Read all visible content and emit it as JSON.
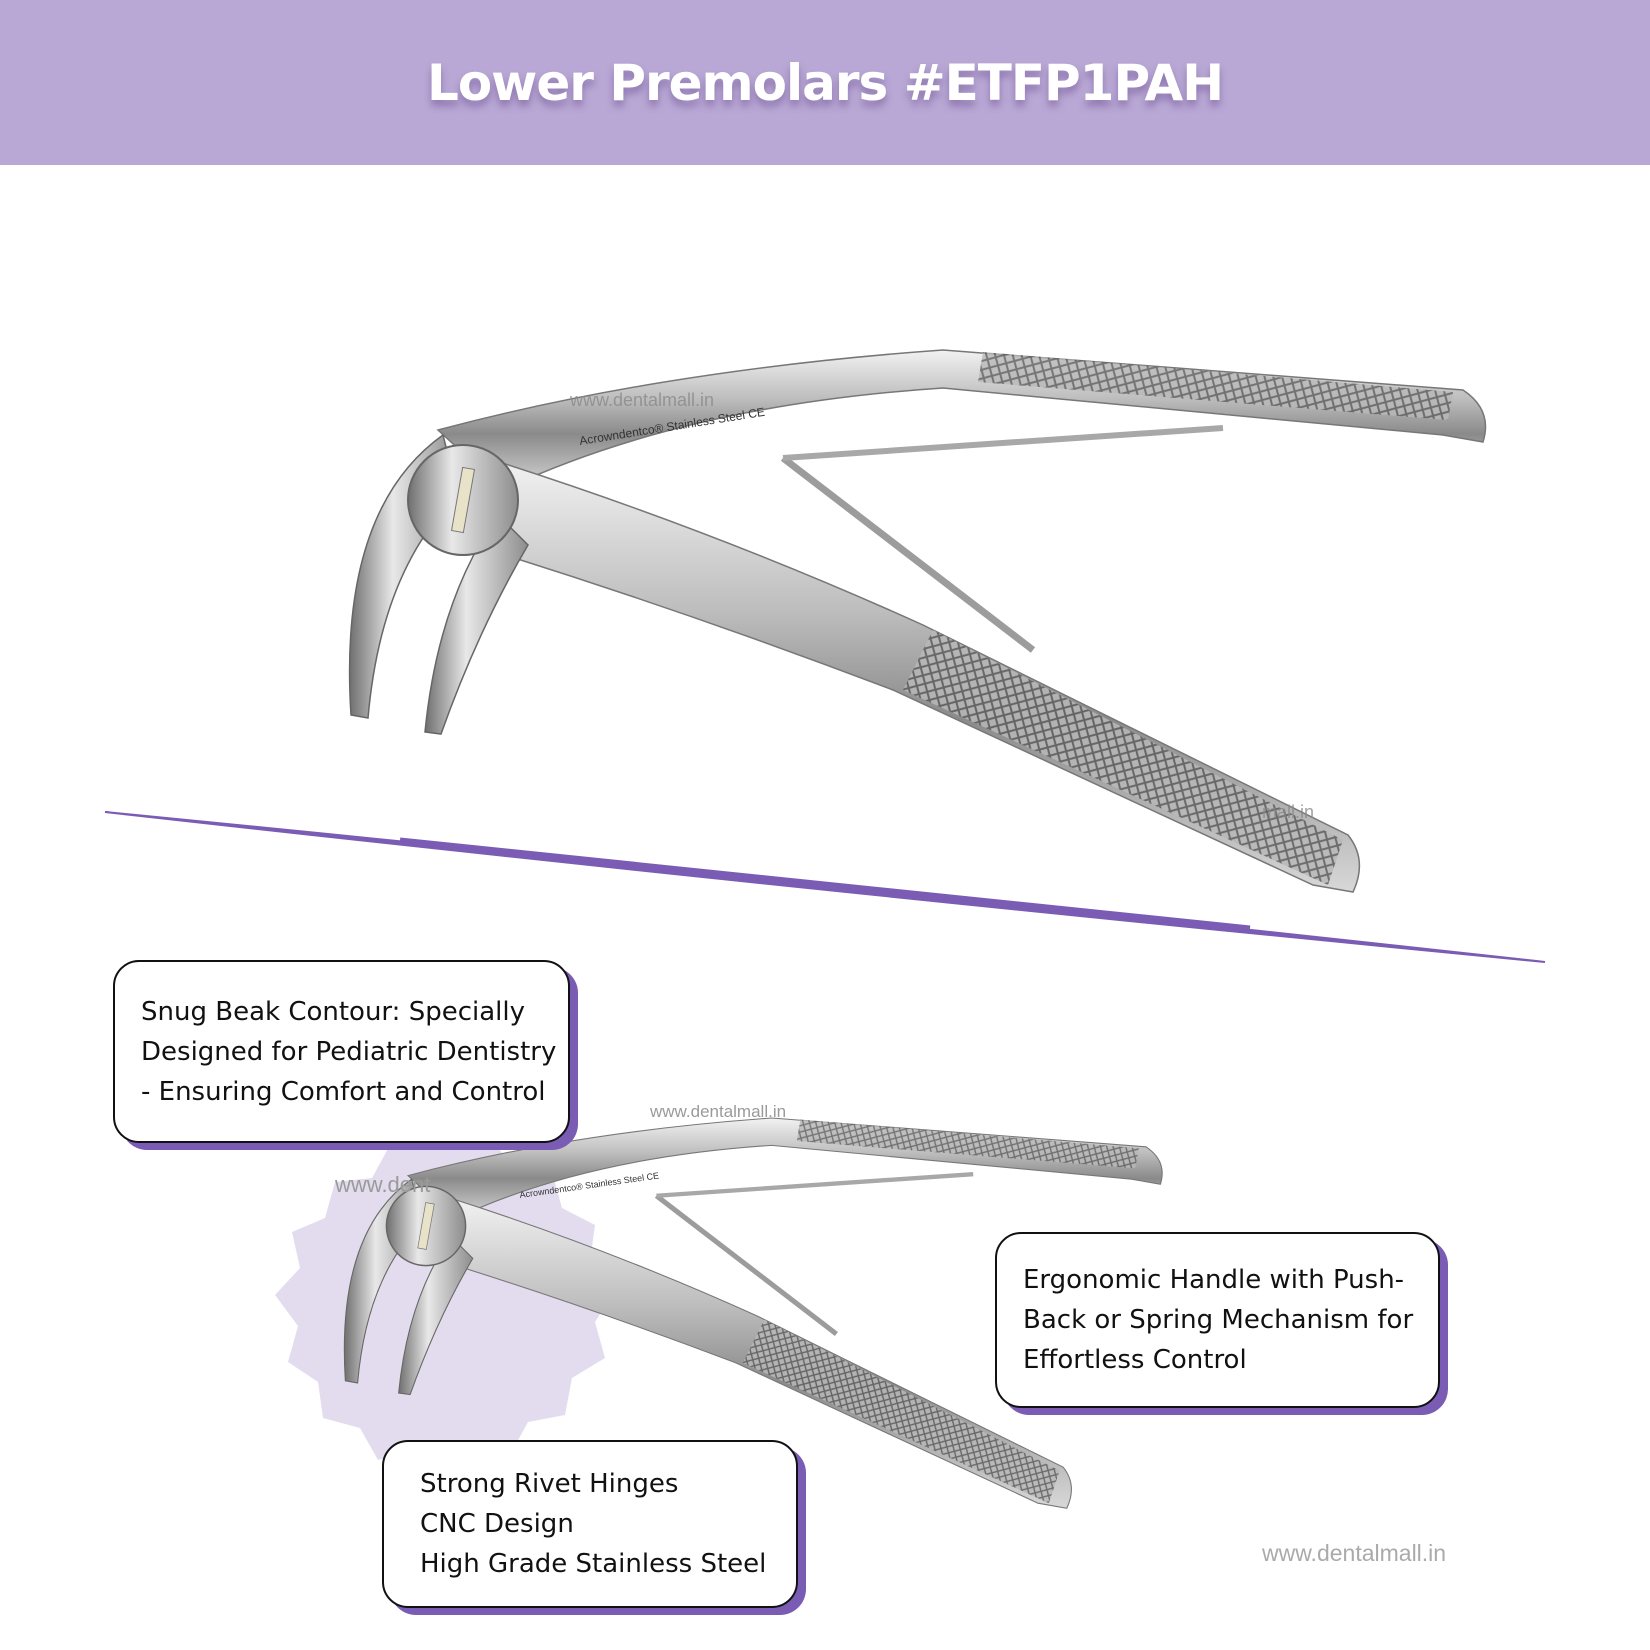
{
  "header": {
    "title": "Lower Premolars #ETFP1PAH"
  },
  "colors": {
    "header_bg": "#b9a8d5",
    "accent": "#7b5cb5",
    "starburst": "#e3dcef"
  },
  "product_image": {
    "brand_mark": "Acrowndentco® Stainless Steel CE",
    "icon": "dental-extraction-forceps"
  },
  "callouts": [
    {
      "lines": [
        "Snug Beak Contour: Specially",
        "Designed for Pediatric Dentistry",
        "- Ensuring Comfort and Control"
      ]
    },
    {
      "lines": [
        "Ergonomic Handle with Push-",
        "Back or Spring Mechanism for",
        "Effortless Control"
      ]
    },
    {
      "lines": [
        "Strong Rivet Hinges",
        "CNC Design",
        "High Grade Stainless Steel"
      ]
    }
  ],
  "watermarks": [
    "www.dentalmall.in",
    "www.dentalmall.in",
    "www.dent",
    "www.dentalmall.in",
    "mall.in"
  ]
}
